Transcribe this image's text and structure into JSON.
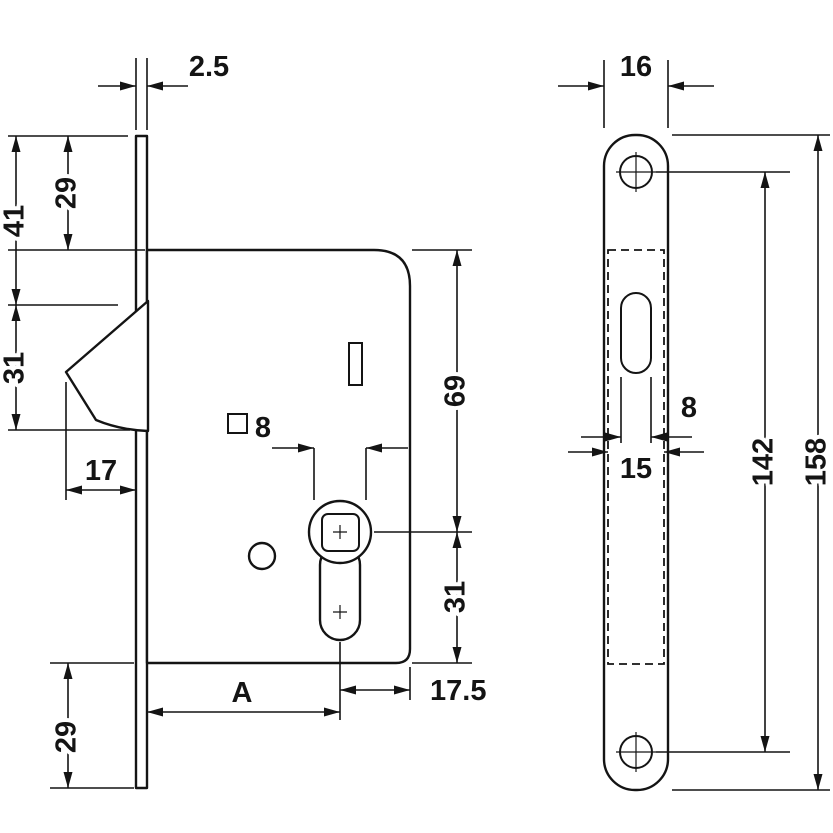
{
  "colors": {
    "line": "#141414",
    "background": "#ffffff"
  },
  "left": {
    "labels": {
      "thickness": "2.5",
      "top_to_hook_top": "41",
      "top_to_case": "29",
      "hook_span": "31",
      "hook_protrusion": "17",
      "spindle_square": "8",
      "case_top_to_spindle": "69",
      "spindle_to_case_bottom": "31",
      "backset": "A",
      "center_to_edge": "17.5",
      "case_bottom_to_plate_end": "29"
    }
  },
  "right": {
    "labels": {
      "plate_width": "16",
      "slot_width": "8",
      "case_width": "15",
      "screw_centers": "142",
      "plate_length": "158"
    }
  }
}
